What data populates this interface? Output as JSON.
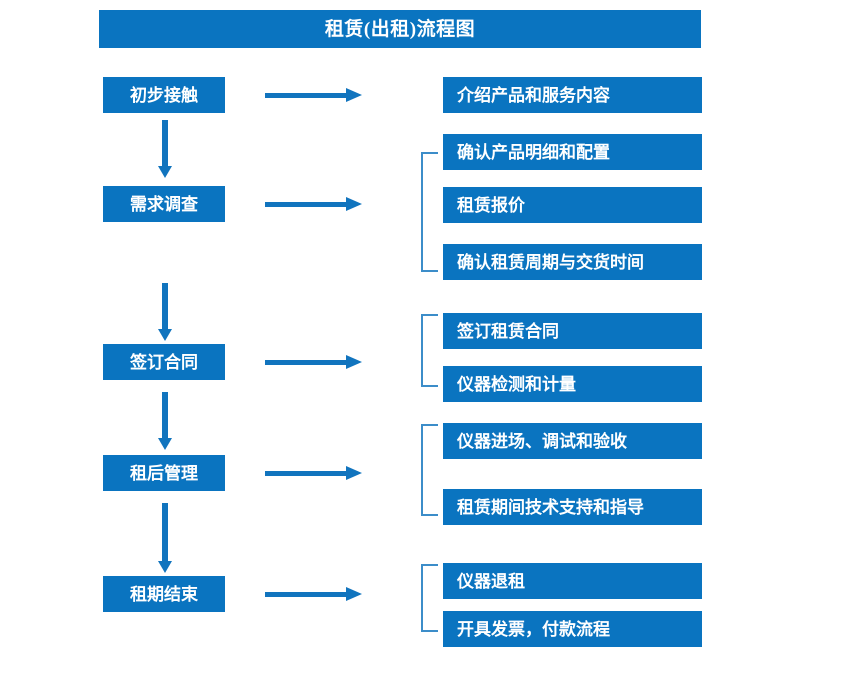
{
  "chart_data": {
    "type": "diagram",
    "title": "租赁(出租)流程图",
    "orientation": "vertical-stages-with-detail-lists"
  },
  "colors": {
    "box_fill": "#0A74C0",
    "box_text": "#FFFFFF",
    "arrow": "#1174BE",
    "bracket": "#3C8DC9",
    "background": "#FFFFFF"
  },
  "header": {
    "title": "租赁(出租)流程图"
  },
  "flow": {
    "stages": [
      {
        "label": "初步接触",
        "details": [
          "介绍产品和服务内容"
        ],
        "bracketed": false
      },
      {
        "label": "需求调查",
        "details": [
          "确认产品明细和配置",
          "租赁报价",
          "确认租赁周期与交货时间"
        ],
        "bracketed": true
      },
      {
        "label": "签订合同",
        "details": [
          "签订租赁合同",
          "仪器检测和计量"
        ],
        "bracketed": true
      },
      {
        "label": "租后管理",
        "details": [
          "仪器进场、调试和验收",
          "租赁期间技术支持和指导"
        ],
        "bracketed": true
      },
      {
        "label": "租期结束",
        "details": [
          "仪器退租",
          "开具发票，付款流程"
        ],
        "bracketed": true
      }
    ]
  }
}
